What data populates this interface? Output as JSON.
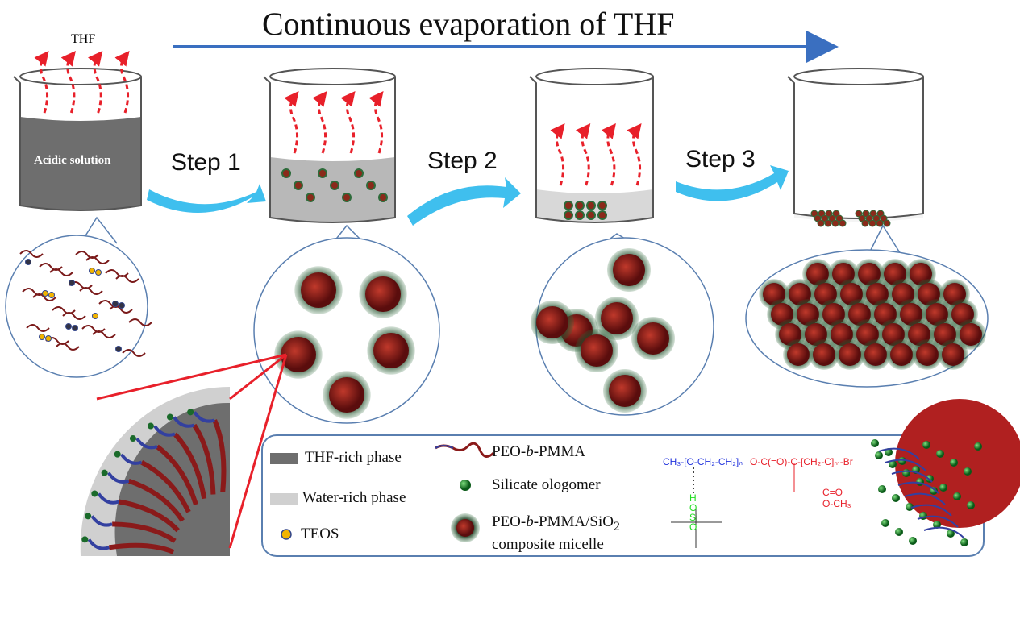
{
  "title": "Continuous evaporation of THF",
  "vapor_label": "THF",
  "beaker1_label": "Acidic solution",
  "steps": [
    "Step 1",
    "Step 2",
    "Step 3"
  ],
  "legend": {
    "thf_rich": "THF-rich phase",
    "water_rich": "Water-rich phase",
    "teos": "TEOS",
    "copolymer": "PEO-b-PMMA",
    "copolymer_prefix": "PEO-",
    "copolymer_italic": "b",
    "copolymer_suffix": "-PMMA",
    "silicate": "Silicate ologomer",
    "micelle_line1_suffix": "-PMMA/SiO",
    "micelle_sub": "2",
    "micelle_line2": "composite micelle"
  },
  "colors": {
    "arrow_blue": "#3a6fc0",
    "step_arrow": "#3fbfee",
    "vapor": "#e8202a",
    "thf_phase": "#6e6e6e",
    "water_phase": "#d0d0d0",
    "teos": "#f2b400",
    "silicate": "#1a8a2a",
    "core": "#8a1a1a"
  }
}
